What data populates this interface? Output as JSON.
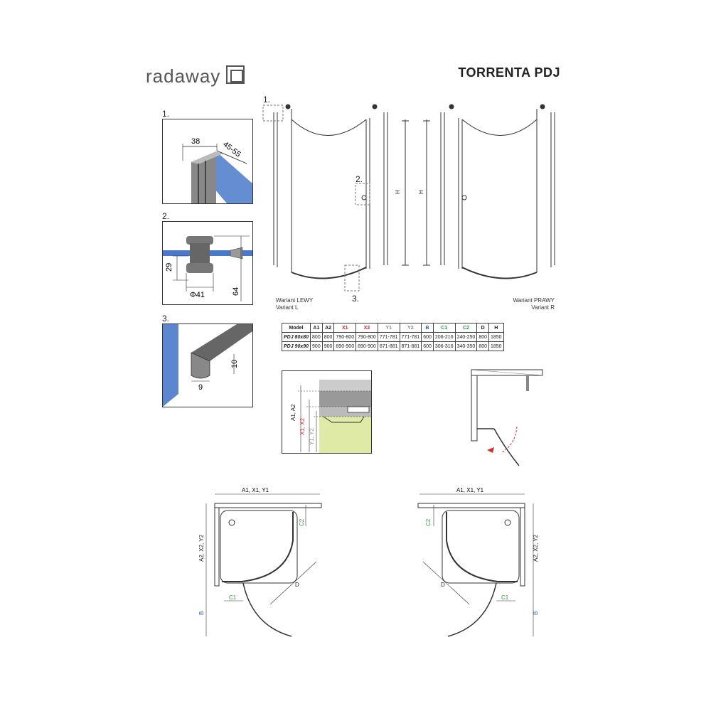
{
  "brand": {
    "name": "radaway"
  },
  "title": "TORRENTA PDJ",
  "details": [
    {
      "number": "1.",
      "dims": [
        "38",
        "45-55"
      ]
    },
    {
      "number": "2.",
      "dims": [
        "29",
        "Φ41",
        "64"
      ]
    },
    {
      "number": "3.",
      "dims": [
        "10",
        "9"
      ]
    }
  ],
  "elevation": {
    "callouts": [
      "1.",
      "2.",
      "3."
    ],
    "height_label": "H",
    "left_caption": [
      "Wariant LEWY",
      "Variant L"
    ],
    "right_caption": [
      "Wariant PRAWY",
      "Variant R"
    ]
  },
  "table": {
    "headers": [
      "Model",
      "A1",
      "A2",
      "X1",
      "X2",
      "Y1",
      "Y2",
      "B",
      "C1",
      "C2",
      "D",
      "H"
    ],
    "header_colors": [
      "#222",
      "#222",
      "#222",
      "#d0312d",
      "#d0312d",
      "#8a8a8a",
      "#8a8a8a",
      "#2b5fb3",
      "#2e9a3a",
      "#2e9a3a",
      "#222",
      "#222"
    ],
    "rows": [
      [
        "PDJ 80x80",
        "800",
        "800",
        "790-800",
        "790-800",
        "771-781",
        "771-781",
        "600",
        "206-216",
        "240-250",
        "800",
        "1850"
      ],
      [
        "PDJ 90x90",
        "900",
        "900",
        "890-900",
        "890-900",
        "871-881",
        "871-881",
        "600",
        "306-316",
        "340-350",
        "800",
        "1850"
      ]
    ]
  },
  "section": {
    "labels": [
      "A1, A2",
      "X1, X2",
      "Y1, Y2"
    ]
  },
  "plan_left": {
    "top": "A1, X1, Y1",
    "side": "A2, X2, Y2",
    "b": "B",
    "c1": "C1",
    "c2": "C2",
    "d": "D"
  },
  "plan_right": {
    "top": "A1, X1, Y1",
    "side": "A2, X2, Y2",
    "b": "B",
    "c1": "C1",
    "c2": "C2",
    "d": "D"
  }
}
